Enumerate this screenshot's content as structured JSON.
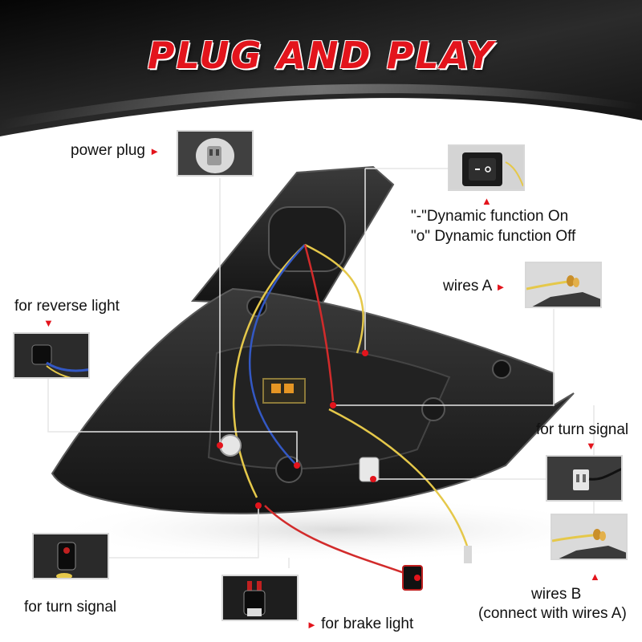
{
  "title": "PLUG AND PLAY",
  "arrow_glyph": "►",
  "down_glyph": "▼",
  "up_glyph": "▲",
  "accent_color": "#e3141c",
  "labels": {
    "power_plug": "power plug",
    "dynamic_on": "\"-\"Dynamic function On",
    "dynamic_off": "\"o\" Dynamic function Off",
    "wires_a": "wires A",
    "reverse_light": "for reverse light",
    "turn_signal_right": "for turn signal",
    "turn_signal_left": "for turn signal",
    "wires_b": "wires B",
    "wires_b_note": "(connect with wires A)",
    "brake_light": "for brake light"
  },
  "icons": {
    "power_plug": "power-plug-connector",
    "switch": "rocker-switch",
    "wires_a": "wire-connector",
    "reverse": "bulb-socket",
    "turn_right": "connector-plug",
    "wires_b": "wire-connector",
    "turn_left": "bulb-socket",
    "brake": "bulb-socket"
  }
}
